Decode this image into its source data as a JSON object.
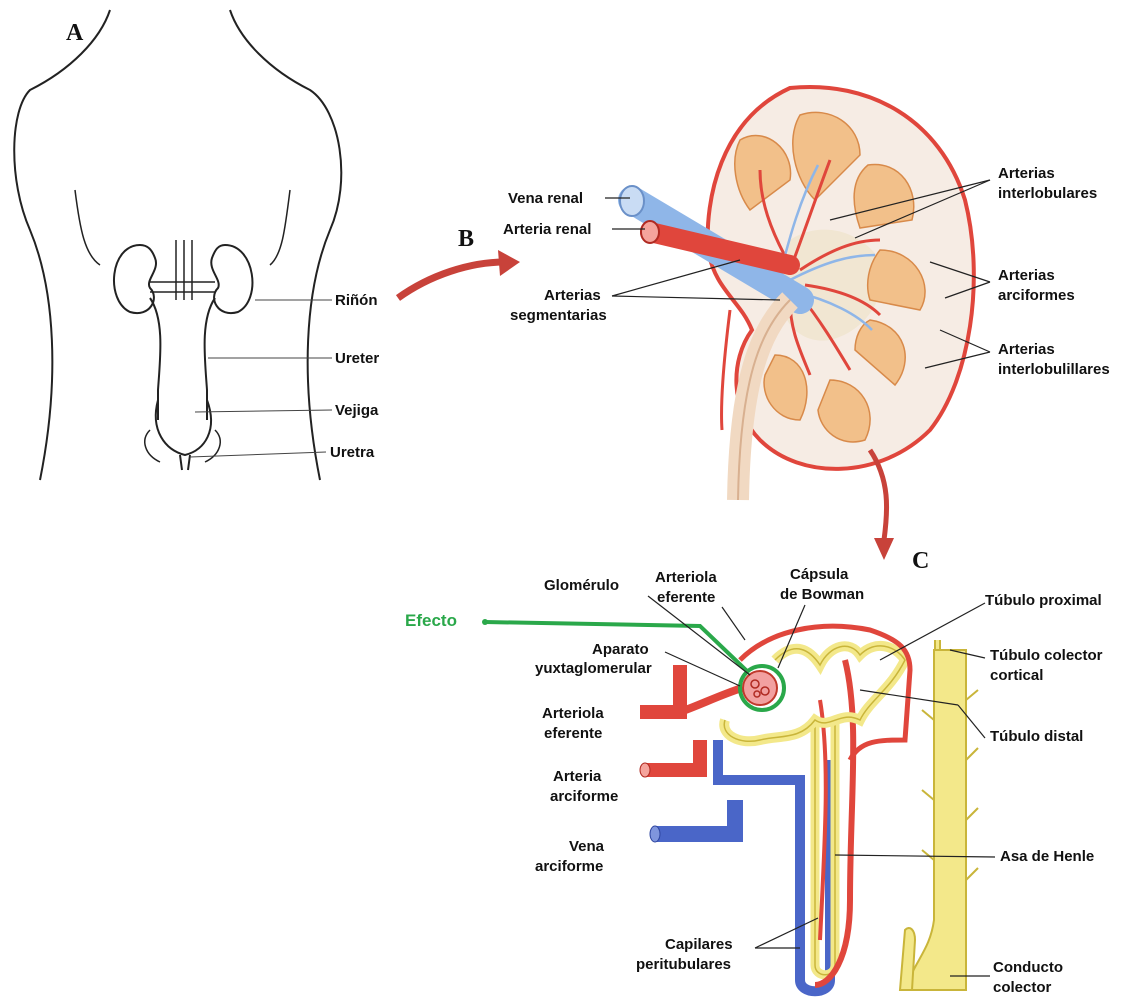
{
  "panels": {
    "a": "A",
    "b": "B",
    "c": "C"
  },
  "body_labels": {
    "rinon": "Riñón",
    "ureter": "Ureter",
    "vejiga": "Vejiga",
    "uretra": "Uretra"
  },
  "kidney_labels": {
    "vena_renal": "Vena renal",
    "arteria_renal": "Arteria renal",
    "segmentarias_1": "Arterias",
    "segmentarias_2": "segmentarias",
    "interlobulares_1": "Arterias",
    "interlobulares_2": "interlobulares",
    "arciformes_1": "Arterias",
    "arciformes_2": "arciformes",
    "interlobulillares_1": "Arterias",
    "interlobulillares_2": "interlobulillares"
  },
  "nephron_labels": {
    "glomerulo": "Glomérulo",
    "arteriola_eferente_top_1": "Arteriola",
    "arteriola_eferente_top_2": "eferente",
    "capsula_1": "Cápsula",
    "capsula_2": "de Bowman",
    "efecto": "Efecto",
    "aparato_1": "Aparato",
    "aparato_2": "yuxtaglomerular",
    "arteriola_eferente_1": "Arteriola",
    "arteriola_eferente_2": "eferente",
    "arteria_arciforme_1": "Arteria",
    "arteria_arciforme_2": "arciforme",
    "vena_arciforme_1": "Vena",
    "vena_arciforme_2": "arciforme",
    "capilares_1": "Capilares",
    "capilares_2": "peritubulares",
    "tubulo_proximal": "Túbulo proximal",
    "colector_cortical_1": "Túbulo colector",
    "colector_cortical_2": "cortical",
    "tubulo_distal": "Túbulo distal",
    "asa_henle": "Asa de Henle",
    "conducto_1": "Conducto",
    "conducto_2": "colector"
  },
  "colors": {
    "artery": "#e0463c",
    "vein": "#8fb6e8",
    "vein_dark": "#4a66c8",
    "tubule": "#f3e88a",
    "tubule_edge": "#c9b53a",
    "highlight": "#2aa84a",
    "arrow": "#c8423a",
    "pyramid": "#f2c08a",
    "cortex": "#f6ece4"
  }
}
